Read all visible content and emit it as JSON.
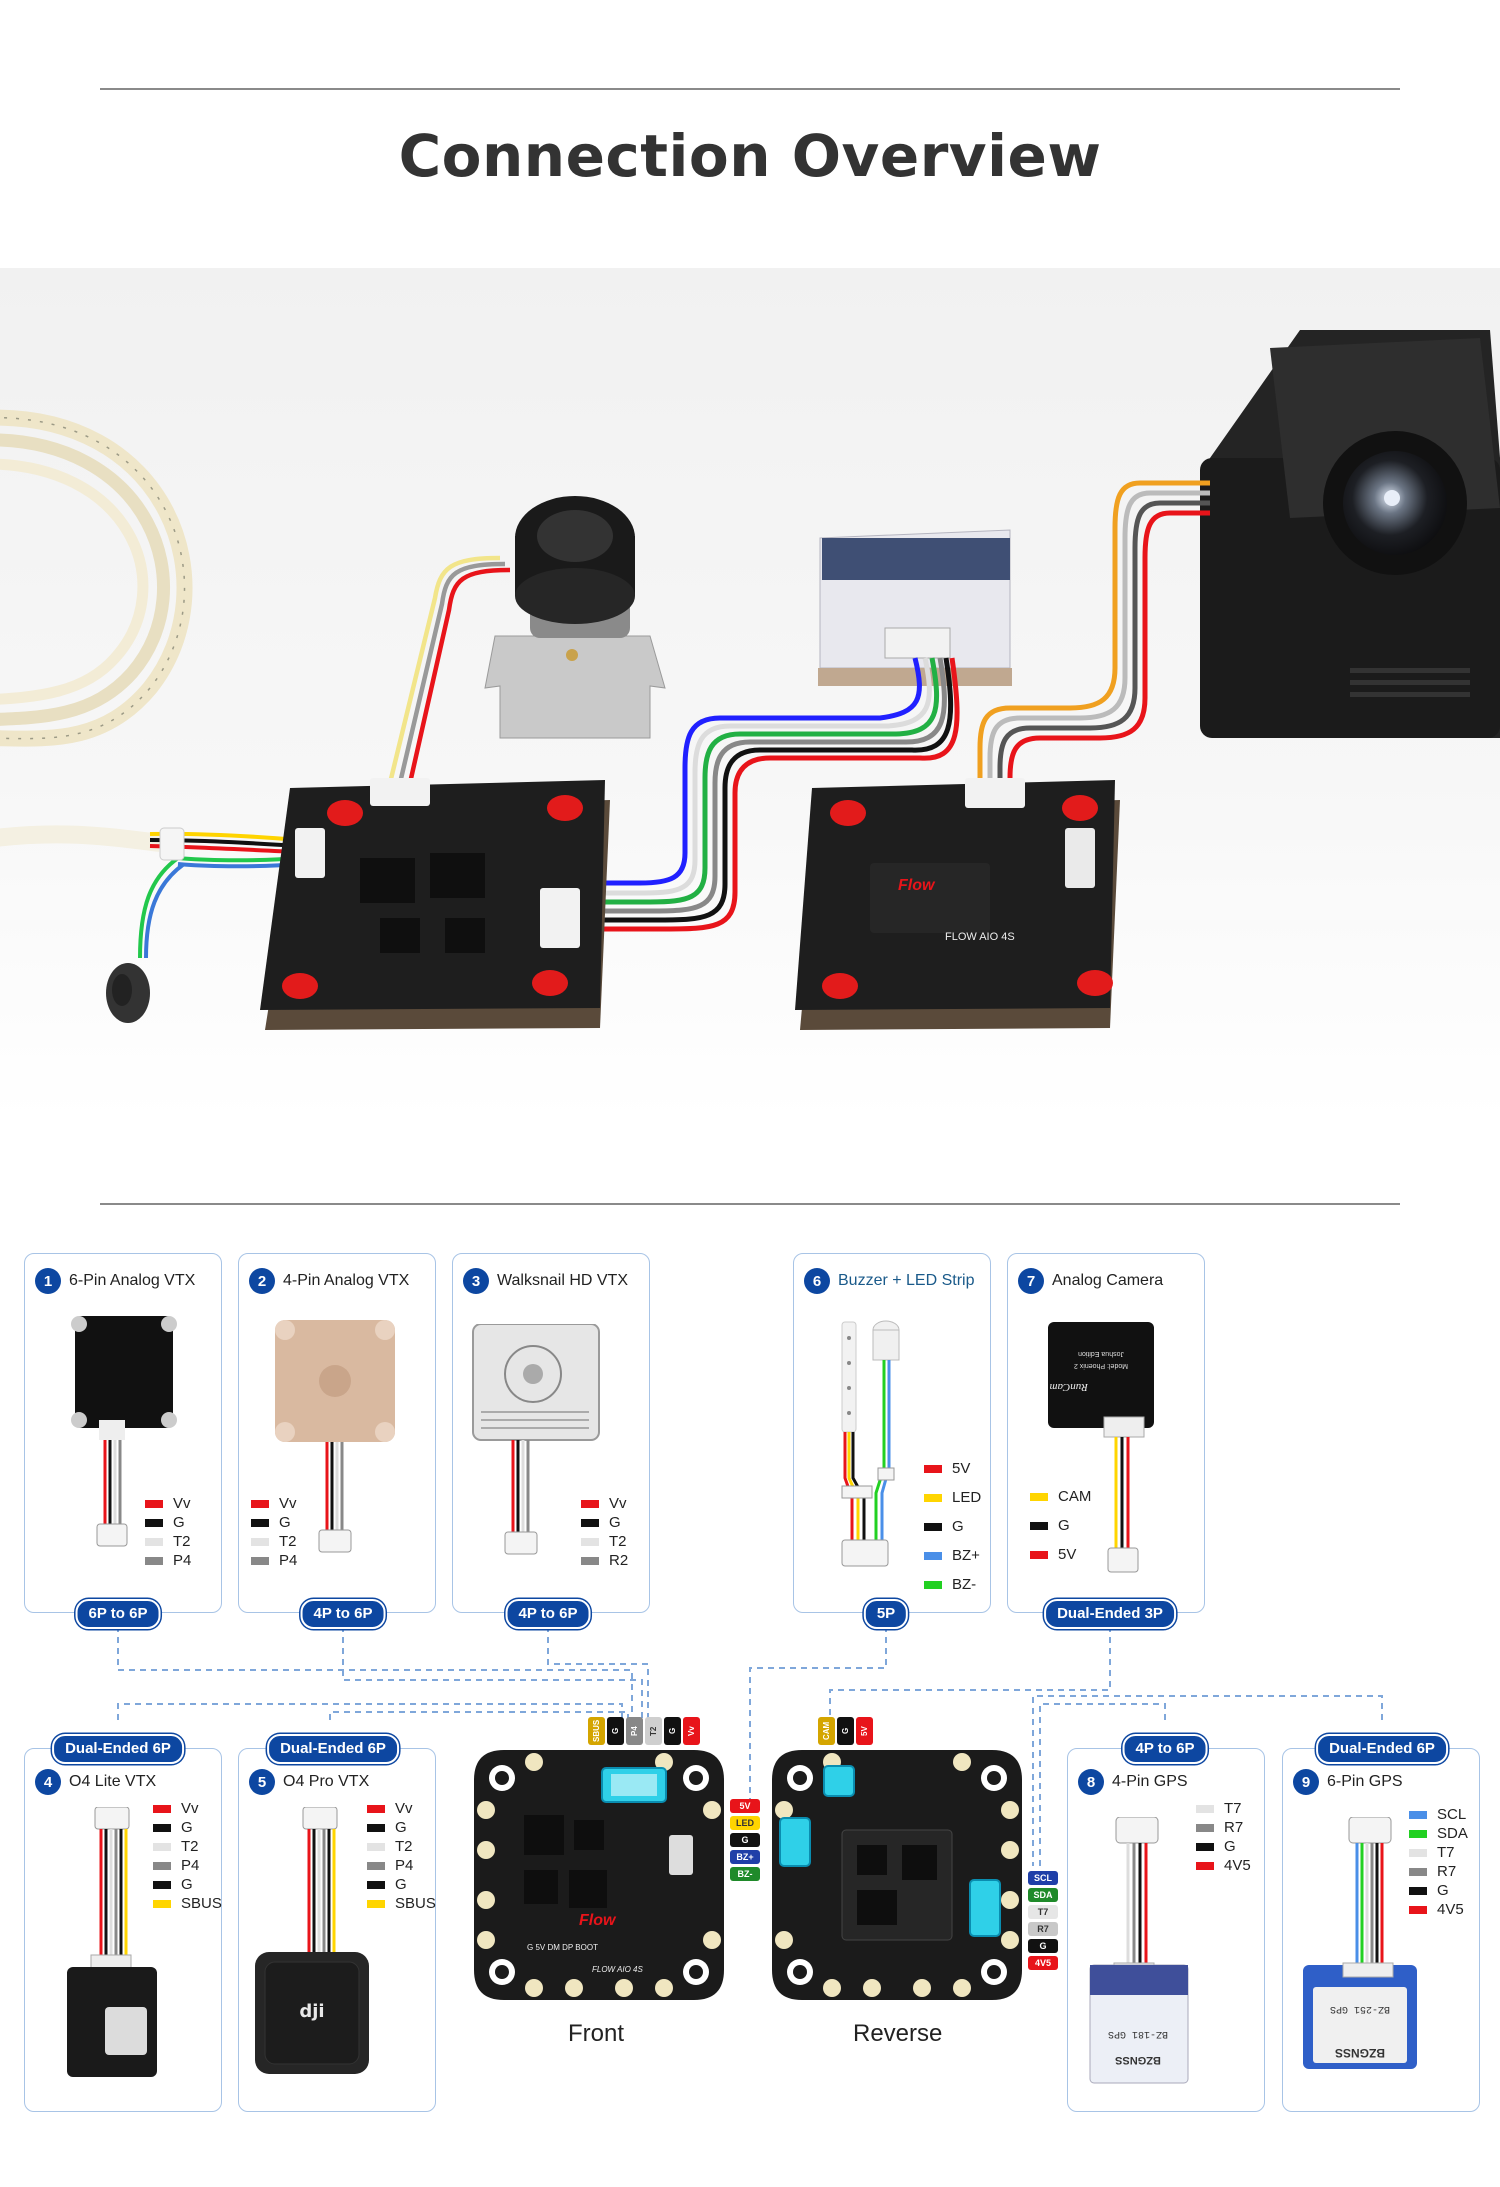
{
  "title": "Connection Overview",
  "top_cards": [
    {
      "num": "1",
      "label": "6-Pin Analog VTX",
      "connector": "6P to 6P",
      "pins": [
        {
          "name": "Vv",
          "color": "#e8141a"
        },
        {
          "name": "G",
          "color": "#111111"
        },
        {
          "name": "T2",
          "color": "#e3e3e3"
        },
        {
          "name": "P4",
          "color": "#888888"
        }
      ]
    },
    {
      "num": "2",
      "label": "4-Pin Analog VTX",
      "connector": "4P to 6P",
      "pins": [
        {
          "name": "Vv",
          "color": "#e8141a"
        },
        {
          "name": "G",
          "color": "#111111"
        },
        {
          "name": "T2",
          "color": "#e3e3e3"
        },
        {
          "name": "P4",
          "color": "#888888"
        }
      ]
    },
    {
      "num": "3",
      "label": "Walksnail HD VTX",
      "connector": "4P to 6P",
      "pins": [
        {
          "name": "Vv",
          "color": "#e8141a"
        },
        {
          "name": "G",
          "color": "#111111"
        },
        {
          "name": "T2",
          "color": "#e3e3e3"
        },
        {
          "name": "R2",
          "color": "#888888"
        }
      ]
    },
    {
      "num": "6",
      "label": "Buzzer + LED Strip",
      "connector": "5P",
      "pins": [
        {
          "name": "5V",
          "color": "#e8141a"
        },
        {
          "name": "LED",
          "color": "#ffd500"
        },
        {
          "name": "G",
          "color": "#111111"
        },
        {
          "name": "BZ+",
          "color": "#4a8fe8"
        },
        {
          "name": "BZ-",
          "color": "#22d022"
        }
      ]
    },
    {
      "num": "7",
      "label": "Analog Camera",
      "connector": "Dual-Ended 3P",
      "pins": [
        {
          "name": "CAM",
          "color": "#ffd500"
        },
        {
          "name": "G",
          "color": "#111111"
        },
        {
          "name": "5V",
          "color": "#e8141a"
        }
      ]
    }
  ],
  "bottom_cards": [
    {
      "num": "4",
      "label": "O4 Lite VTX",
      "connector": "Dual-Ended 6P",
      "pins": [
        {
          "name": "Vv",
          "color": "#e8141a"
        },
        {
          "name": "G",
          "color": "#111111"
        },
        {
          "name": "T2",
          "color": "#e3e3e3"
        },
        {
          "name": "P4",
          "color": "#888888"
        },
        {
          "name": "G",
          "color": "#111111"
        },
        {
          "name": "SBUS",
          "color": "#ffd500"
        }
      ]
    },
    {
      "num": "5",
      "label": "O4 Pro VTX",
      "connector": "Dual-Ended 6P",
      "pins": [
        {
          "name": "Vv",
          "color": "#e8141a"
        },
        {
          "name": "G",
          "color": "#111111"
        },
        {
          "name": "T2",
          "color": "#e3e3e3"
        },
        {
          "name": "P4",
          "color": "#888888"
        },
        {
          "name": "G",
          "color": "#111111"
        },
        {
          "name": "SBUS",
          "color": "#ffd500"
        }
      ]
    },
    {
      "num": "8",
      "label": "4-Pin GPS",
      "connector": "4P to 6P",
      "pins": [
        {
          "name": "T7",
          "color": "#e3e3e3"
        },
        {
          "name": "R7",
          "color": "#888888"
        },
        {
          "name": "G",
          "color": "#111111"
        },
        {
          "name": "4V5",
          "color": "#e8141a"
        }
      ]
    },
    {
      "num": "9",
      "label": "6-Pin GPS",
      "connector": "Dual-Ended 6P",
      "pins": [
        {
          "name": "SCL",
          "color": "#4a8fe8"
        },
        {
          "name": "SDA",
          "color": "#22d022"
        },
        {
          "name": "T7",
          "color": "#e3e3e3"
        },
        {
          "name": "R7",
          "color": "#888888"
        },
        {
          "name": "G",
          "color": "#111111"
        },
        {
          "name": "4V5",
          "color": "#e8141a"
        }
      ]
    }
  ],
  "board": {
    "front_label": "Front",
    "reverse_label": "Reverse",
    "front_top_pins": [
      "SBUS",
      "G",
      "P4",
      "T2",
      "G",
      "Vv"
    ],
    "left_pins": [
      "5V",
      "LED",
      "G",
      "BZ+",
      "BZ-"
    ],
    "reverse_top_pins": [
      "CAM",
      "G",
      "5V"
    ],
    "right_pins": [
      "SCL",
      "SDA",
      "T7",
      "R7",
      "G",
      "4V5"
    ],
    "silkscreen": "FLOW AIO 4S",
    "logo": "Flow",
    "pad_labels": "G 5V DM DP BOOT"
  },
  "devices": {
    "analog_camera_text": "Model: Phoenix 2 Joshua Edition",
    "camera_brand": "RunCam",
    "gps4_text": "BZ-181 GPS",
    "gps6_text": "BZ-251 GPS",
    "gps_brand": "BZGNSS",
    "o4_brand": "dji"
  },
  "colors": {
    "accent": "#0d47a1",
    "card_border": "#a8c4e6",
    "dashed_line": "#7fa7da",
    "pcb": "#1b1b1b",
    "mount_red": "#e21b1b"
  }
}
